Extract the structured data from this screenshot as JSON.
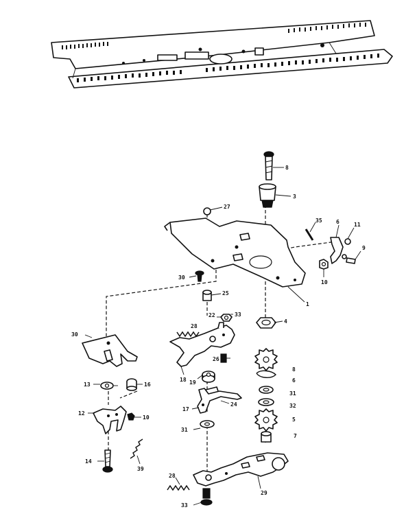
{
  "callouts": {
    "c8a": "8",
    "c3a": "3",
    "c27": "27",
    "c35": "35",
    "c6a": "6",
    "c11": "11",
    "c9a": "9",
    "c10a": "10",
    "c1": "1",
    "c30a": "30",
    "c25": "25",
    "c22": "22",
    "c33a": "33",
    "c4": "4",
    "c28a": "28",
    "c26": "26",
    "c30b": "30",
    "c18": "18",
    "c8b": "8",
    "c6b": "6",
    "c19": "19",
    "c31a": "31",
    "c32": "32",
    "c13": "13",
    "c16": "16",
    "c17": "17",
    "c24": "24",
    "c12": "12",
    "c10b": "10",
    "c5": "5",
    "c31b": "31",
    "c7": "7",
    "c14": "14",
    "c39": "39",
    "c28b": "28",
    "c29": "29",
    "c33b": "33"
  }
}
